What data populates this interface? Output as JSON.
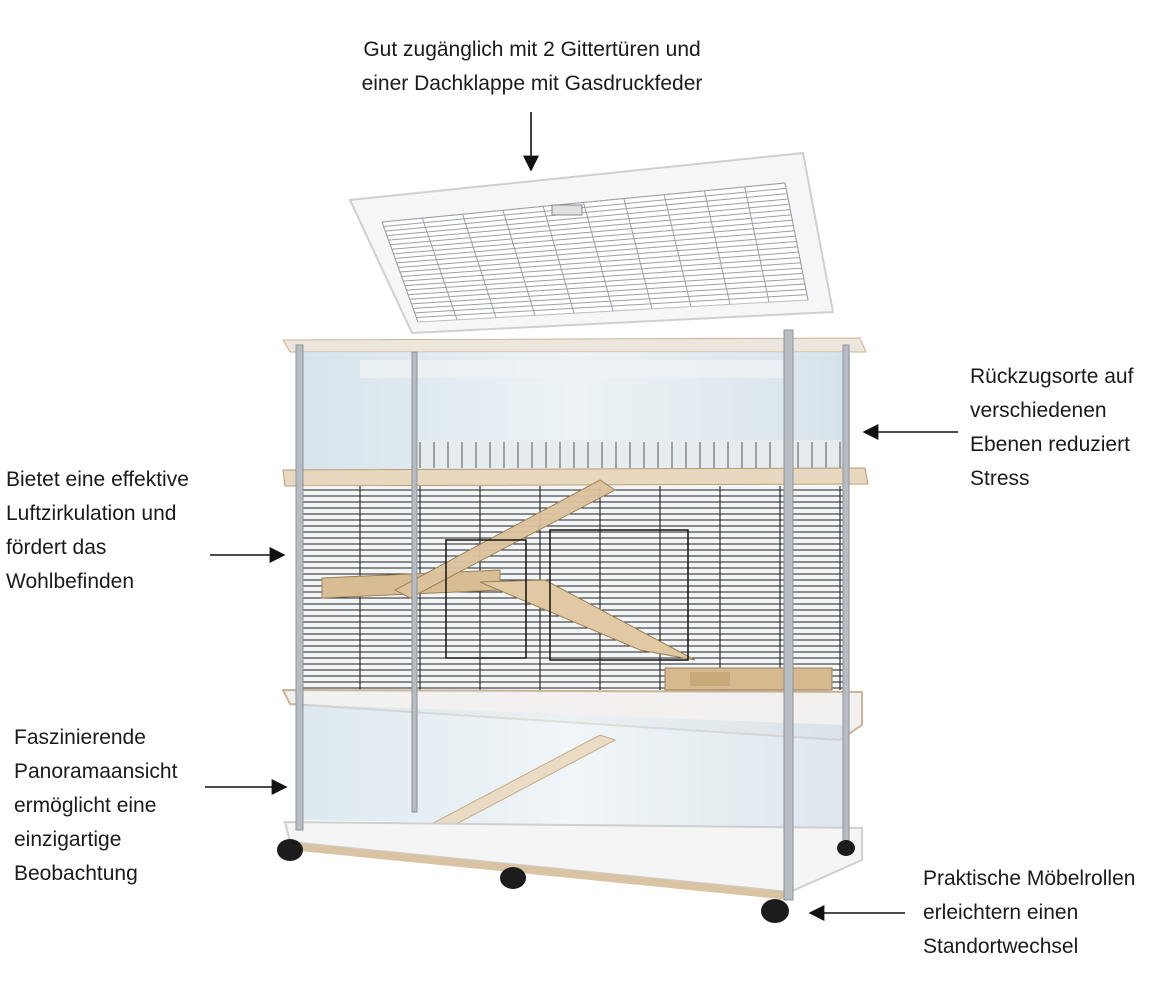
{
  "captions": {
    "top": [
      "Gut zugänglich mit 2 Gittertüren und",
      "einer Dachklappe mit Gasdruckfeder"
    ],
    "right_top": [
      "Rückzugsorte auf",
      "verschiedenen",
      "Ebenen reduziert",
      "Stress"
    ],
    "left_mid": [
      "Bietet eine effektive",
      "Luftzirkulation und",
      "fördert das",
      "Wohlbefinden"
    ],
    "left_bottom": [
      "Faszinierende",
      "Panoramaansicht",
      "ermöglicht eine",
      "einzigartige",
      "Beobachtung"
    ],
    "right_bottom": [
      "Praktische Möbelrollen",
      "erleichtern einen",
      "Standortwechsel"
    ]
  },
  "colors": {
    "frame_white": "#f4f3f2",
    "wood_edge": "#d9c3a2",
    "wood": "#d8bd94",
    "glass": "#dbe7ee",
    "wire": "#222222",
    "aluminium": "#b7bcc2",
    "wheel": "#1c1c1c"
  }
}
